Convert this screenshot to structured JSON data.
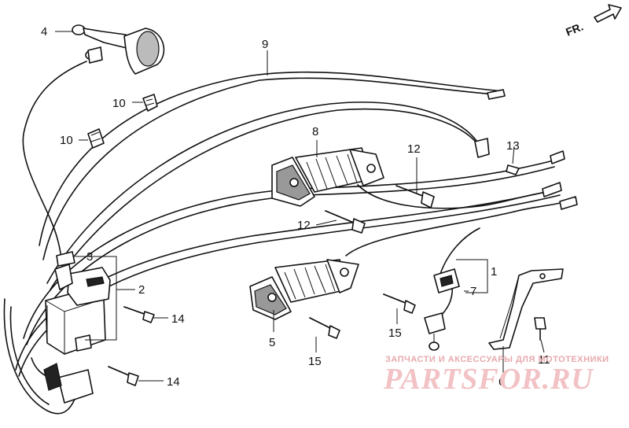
{
  "direction_label": "FR.",
  "callouts": {
    "c1": "1",
    "c2": "2",
    "c3": "3",
    "c4": "4",
    "c5": "5",
    "c6": "6",
    "c7": "7",
    "c8": "8",
    "c9": "9",
    "c10a": "10",
    "c10b": "10",
    "c11": "11",
    "c12a": "12",
    "c12b": "12",
    "c13": "13",
    "c14a": "14",
    "c14b": "14",
    "c15a": "15",
    "c15b": "15"
  },
  "watermark": {
    "tagline": "ЗАПЧАСТИ И АКСЕССУАРЫ ДЛЯ МОТОТЕХНИКИ",
    "brand": "PARTSFOR.RU"
  }
}
